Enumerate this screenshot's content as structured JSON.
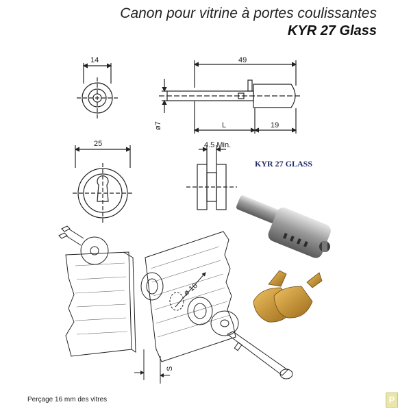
{
  "header": {
    "title": "Canon pour vitrine à portes coulissantes",
    "subtitle": "KYR 27 Glass"
  },
  "drawing": {
    "dim_14": "14",
    "dim_49": "49",
    "dim_d7": "ø7",
    "dim_L": "L",
    "dim_19": "19",
    "dim_25": "25",
    "dim_45min": "4.5 Min.",
    "product_label": "KYR 27 GLASS",
    "dim_d16": "ø 16",
    "dim_S": "S"
  },
  "footer": {
    "caption": "Perçage 16 mm des vitres",
    "logo_letter": "P"
  },
  "colors": {
    "line": "#222222",
    "label_blue": "#1f2a66",
    "key_gold": "#c8952e",
    "chrome": "#a9a9a9",
    "logo": "#e9e6a8"
  }
}
